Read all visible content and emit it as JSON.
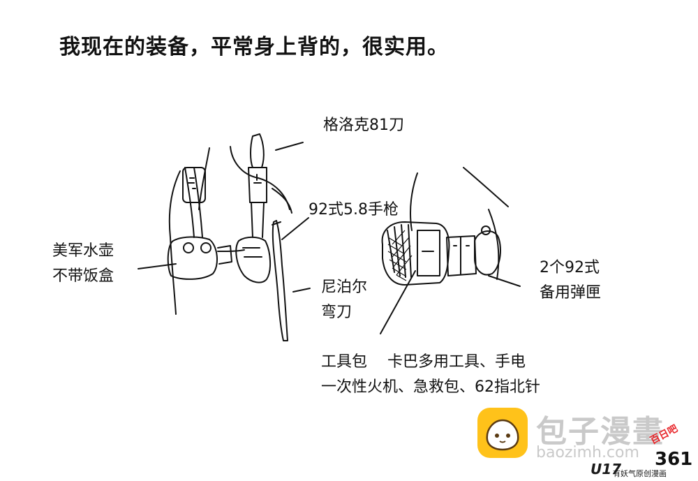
{
  "heading": "我现在的装备，平常身上背的，很实用。",
  "labels": {
    "knife": "格洛克81刀",
    "pistol": "92式5.8手枪",
    "canteen_line1": "美军水壶",
    "canteen_line2": "不带饭盒",
    "machete_line1": "尼泊尔",
    "machete_line2": "弯刀",
    "magazine_line1": "2个92式",
    "magazine_line2": "备用弹匣",
    "toolkit_line1": "工具包　 卡巴多用工具、手电",
    "toolkit_line2": "一次性火机、急救包、62指北针"
  },
  "page_number": "361",
  "watermark": {
    "title": "包子漫畫",
    "domain": "baozimh.com",
    "badge": "U17",
    "slogan": "有妖气原创漫画",
    "stamp": "百日吧"
  },
  "colors": {
    "ink": "#111111",
    "logo_yellow": "#ffc21a",
    "watermark_gray": "#c9c9c9",
    "stamp_red": "#e8262b"
  }
}
